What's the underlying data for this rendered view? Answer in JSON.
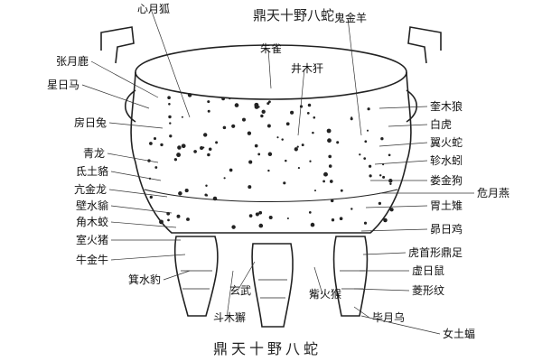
{
  "seal_inscription": "鼎天十野八蛇",
  "title_glyphs": [
    "鼎",
    "天",
    "十",
    "野",
    "八",
    "蛇"
  ],
  "top_labels": [
    "心月狐",
    "鬼金羊"
  ],
  "center_labels": [
    "朱雀",
    "井木犴"
  ],
  "left_labels": [
    "张月鹿",
    "星日马",
    "房日兔",
    "青龙",
    "氐土貉",
    "亢金龙",
    "壁水貐",
    "角木蛟",
    "室火猪",
    "牛金牛"
  ],
  "right_labels": [
    "奎木狼",
    "白虎",
    "翼火蛇",
    "轸水蚓",
    "娄金狗",
    "危月燕",
    "胃土雉",
    "昴日鸡",
    "虎首形鼎足",
    "虚日鼠",
    "菱形纹"
  ],
  "bottom_labels": [
    "箕水豹",
    "玄武",
    "斗木獬",
    "觜火猴",
    "毕月乌",
    "女土蝠"
  ]
}
